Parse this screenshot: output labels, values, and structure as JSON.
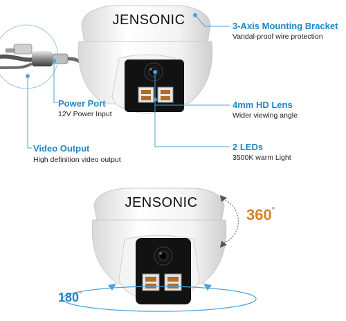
{
  "brand": "JENSONIC",
  "colors": {
    "callout_blue": "#1f86c8",
    "orange": "#d9822b",
    "text": "#222222",
    "line_blue": "#4aa3d8"
  },
  "features": [
    {
      "title": "3-Axis Mounting Bracket",
      "subtitle": "Vandal-proof wire protection"
    },
    {
      "title": "Power Port",
      "subtitle": "12V Power Input"
    },
    {
      "title": "4mm HD Lens",
      "subtitle": "Wider viewing angle"
    },
    {
      "title": "Video Output",
      "subtitle": "High definition video output"
    },
    {
      "title": "2 LEDs",
      "subtitle": "3500K warm Light"
    }
  ],
  "rotation": {
    "pan": {
      "value": "360",
      "unit": "°"
    },
    "tilt": {
      "value": "180",
      "unit": "°"
    }
  }
}
